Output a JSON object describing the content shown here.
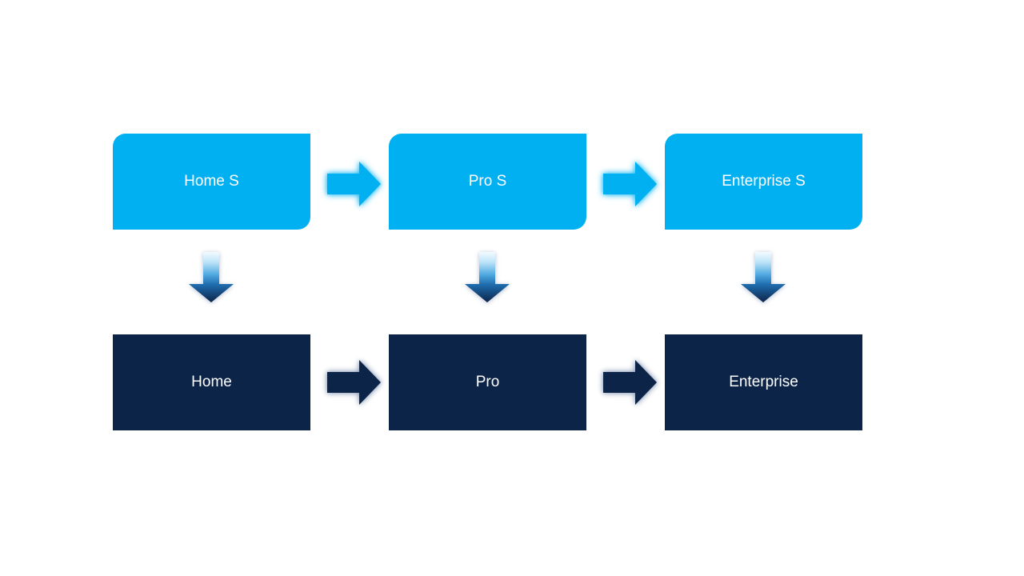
{
  "page": {
    "background": "#FFFFFF"
  },
  "diagram": {
    "type": "process-flow",
    "top_row": [
      {
        "label": "Home S"
      },
      {
        "label": "Pro S"
      },
      {
        "label": "Enterprise S"
      }
    ],
    "bottom_row": [
      {
        "label": "Home"
      },
      {
        "label": "Pro"
      },
      {
        "label": "Enterprise"
      }
    ],
    "icons": {
      "horizontal_connector": "right-arrow-icon",
      "vertical_connector": "down-arrow-icon"
    },
    "colors": {
      "accent_light": "#00B0F0",
      "accent_dark": "#0D2449",
      "label_text": "#FFFFFF"
    }
  }
}
